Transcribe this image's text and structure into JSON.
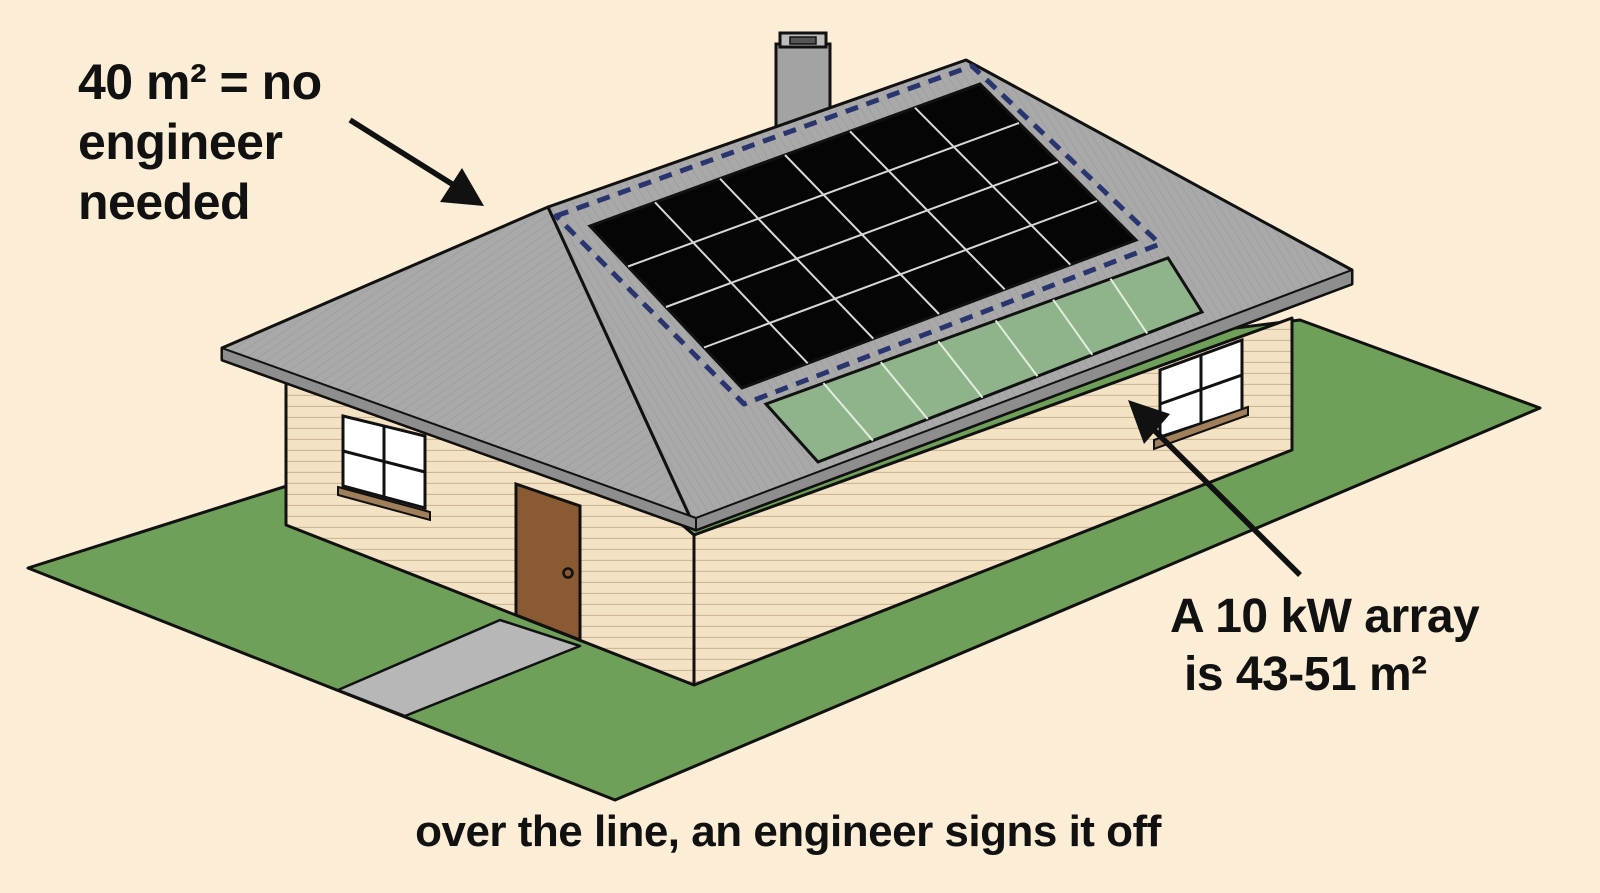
{
  "annotations": {
    "threshold": {
      "line1": "40 m² = no",
      "line2": "engineer",
      "line3": "needed"
    },
    "array_size": {
      "line1": "A 10 kW array",
      "line2": "is 43-51 m²"
    },
    "footer": "over the line, an engineer signs it off"
  },
  "colors": {
    "background": "#FBEDD6",
    "lawn": "#6FA05A",
    "roof": "#A8A8A8",
    "wall": "#F4E2C4",
    "door": "#8A5A32",
    "solar_panel": "#050505",
    "extra_panels": "#8FB48C",
    "dashed_boundary": "#2A3570",
    "path": "#B7B7B7"
  },
  "icons": {
    "arrows": [
      "arrow-pointing-to-roof-boundary",
      "arrow-pointing-to-extra-panels"
    ]
  }
}
